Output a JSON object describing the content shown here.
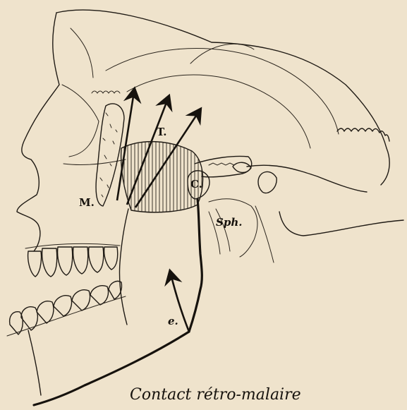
{
  "figure": {
    "caption": "Contact rétro-malaire",
    "labels": {
      "malar": "M.",
      "temporal": "T.",
      "condyle": "C.",
      "sphenoid": "Sph.",
      "force": "e."
    }
  },
  "colors": {
    "paper": "#efe3cc",
    "ink": "#1f1a14"
  }
}
